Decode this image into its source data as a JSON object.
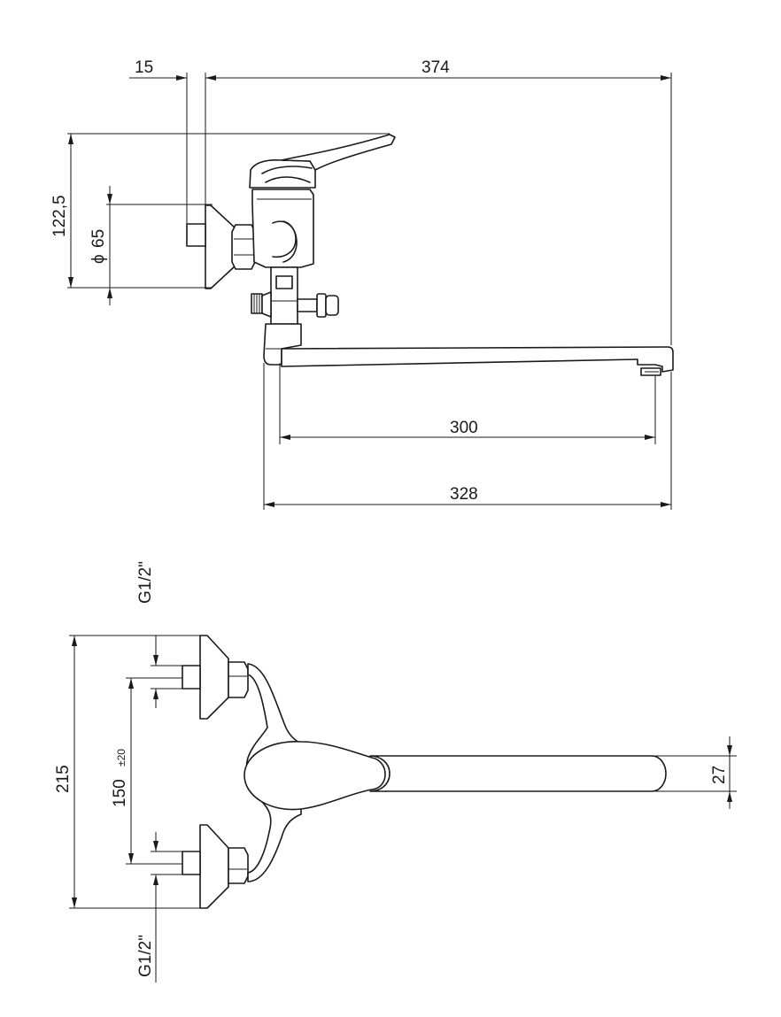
{
  "dimensions": {
    "top_offset": "15",
    "total_depth": "374",
    "height_lever": "122,5",
    "flange_diameter": "65",
    "diameter_symbol": "ϕ",
    "spout_reach": "300",
    "spout_length": "328",
    "thread_top": "G1/2\"",
    "thread_bottom": "G1/2\"",
    "total_height": "215",
    "center_distance": "150",
    "center_tolerance": "±20",
    "spout_width": "27"
  },
  "colors": {
    "line": "#1a1a1a",
    "background": "#ffffff"
  }
}
